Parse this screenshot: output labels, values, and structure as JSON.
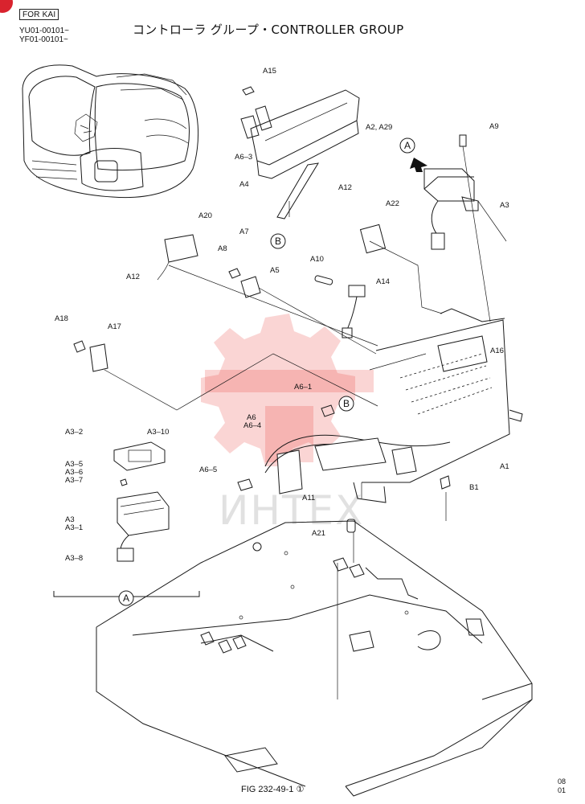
{
  "header": {
    "model_tag": "FOR KAI",
    "serial_1": "YU01-00101~",
    "serial_2": "YF01-00101~",
    "title": "コントローラ グループ・CONTROLLER GROUP"
  },
  "footer": {
    "figure": "FIG 232-49-1 ①",
    "code_1": "08",
    "code_2": "01"
  },
  "watermark": {
    "text": "ИНТЕХ",
    "color": "#e8403c"
  },
  "callouts": {
    "A15": "A15",
    "A2_A29": "A2, A29",
    "A6_3": "A6–3",
    "A9": "A9",
    "A4": "A4",
    "A3": "A3",
    "A12a": "A12",
    "A22": "A22",
    "A20": "A20",
    "A7": "A7",
    "A12b": "A12",
    "A8": "A8",
    "A5": "A5",
    "A10": "A10",
    "A14": "A14",
    "A18": "A18",
    "A17": "A17",
    "A16": "A16",
    "A6_1": "A6–1",
    "A6": "A6",
    "A6_4": "A6–4",
    "A3_2": "A3–2",
    "A3_10": "A3–10",
    "A3_5": "A3–5",
    "A3_6": "A3–6",
    "A3_7": "A3–7",
    "A6_5": "A6–5",
    "A1": "A1",
    "B1": "B1",
    "A11": "A11",
    "A3b": "A3",
    "A3_1": "A3–1",
    "A21": "A21",
    "A3_8": "A3–8"
  },
  "circle_labels": {
    "A_top": "A",
    "B_top": "B",
    "B_mid": "B",
    "A_bottom": "A"
  }
}
